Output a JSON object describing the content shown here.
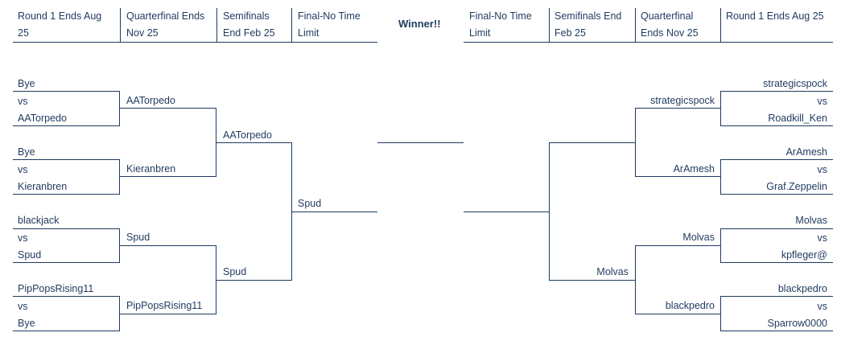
{
  "header": {
    "left": [
      {
        "line1": "Round 1 Ends Aug",
        "line2": "25"
      },
      {
        "line1": "Quarterfinal Ends",
        "line2": "Nov 25"
      },
      {
        "line1": "Semifinals",
        "line2": "End Feb 25"
      },
      {
        "line1": "Final-No Time",
        "line2": "Limit"
      }
    ],
    "winner": "Winner!!",
    "right": [
      {
        "line1": "Final-No Time",
        "line2": "Limit"
      },
      {
        "line1": "Semifinals End",
        "line2": "Feb 25"
      },
      {
        "line1": "Quarterfinal",
        "line2": "Ends Nov 25"
      },
      {
        "line1": "Round 1 Ends Aug 25",
        "line2": ""
      }
    ]
  },
  "left": {
    "round1": [
      {
        "top": "Bye",
        "vs": "vs",
        "bottom": "AATorpedo"
      },
      {
        "top": "Bye",
        "vs": "vs",
        "bottom": "Kieranbren"
      },
      {
        "top": "blackjack",
        "vs": "vs",
        "bottom": "Spud"
      },
      {
        "top": "PipPopsRising11",
        "vs": "vs",
        "bottom": "Bye"
      }
    ],
    "quarterfinal": [
      "AATorpedo",
      "Kieranbren",
      "Spud",
      "PipPopsRising11"
    ],
    "semifinal": [
      "AATorpedo",
      "Spud"
    ],
    "final": "Spud"
  },
  "right": {
    "round1": [
      {
        "top": "strategicspock",
        "vs": "vs",
        "bottom": "Roadkill_Ken"
      },
      {
        "top": "ArAmesh",
        "vs": "vs",
        "bottom": "Graf.Zeppelin"
      },
      {
        "top": "Molvas",
        "vs": "vs",
        "bottom": "kpfleger@"
      },
      {
        "top": "blackpedro",
        "vs": "vs",
        "bottom": "Sparrow0000"
      }
    ],
    "quarterfinal": [
      "strategicspock",
      "ArAmesh",
      "Molvas",
      "blackpedro"
    ],
    "semifinal": [
      "Molvas"
    ],
    "final": ""
  }
}
